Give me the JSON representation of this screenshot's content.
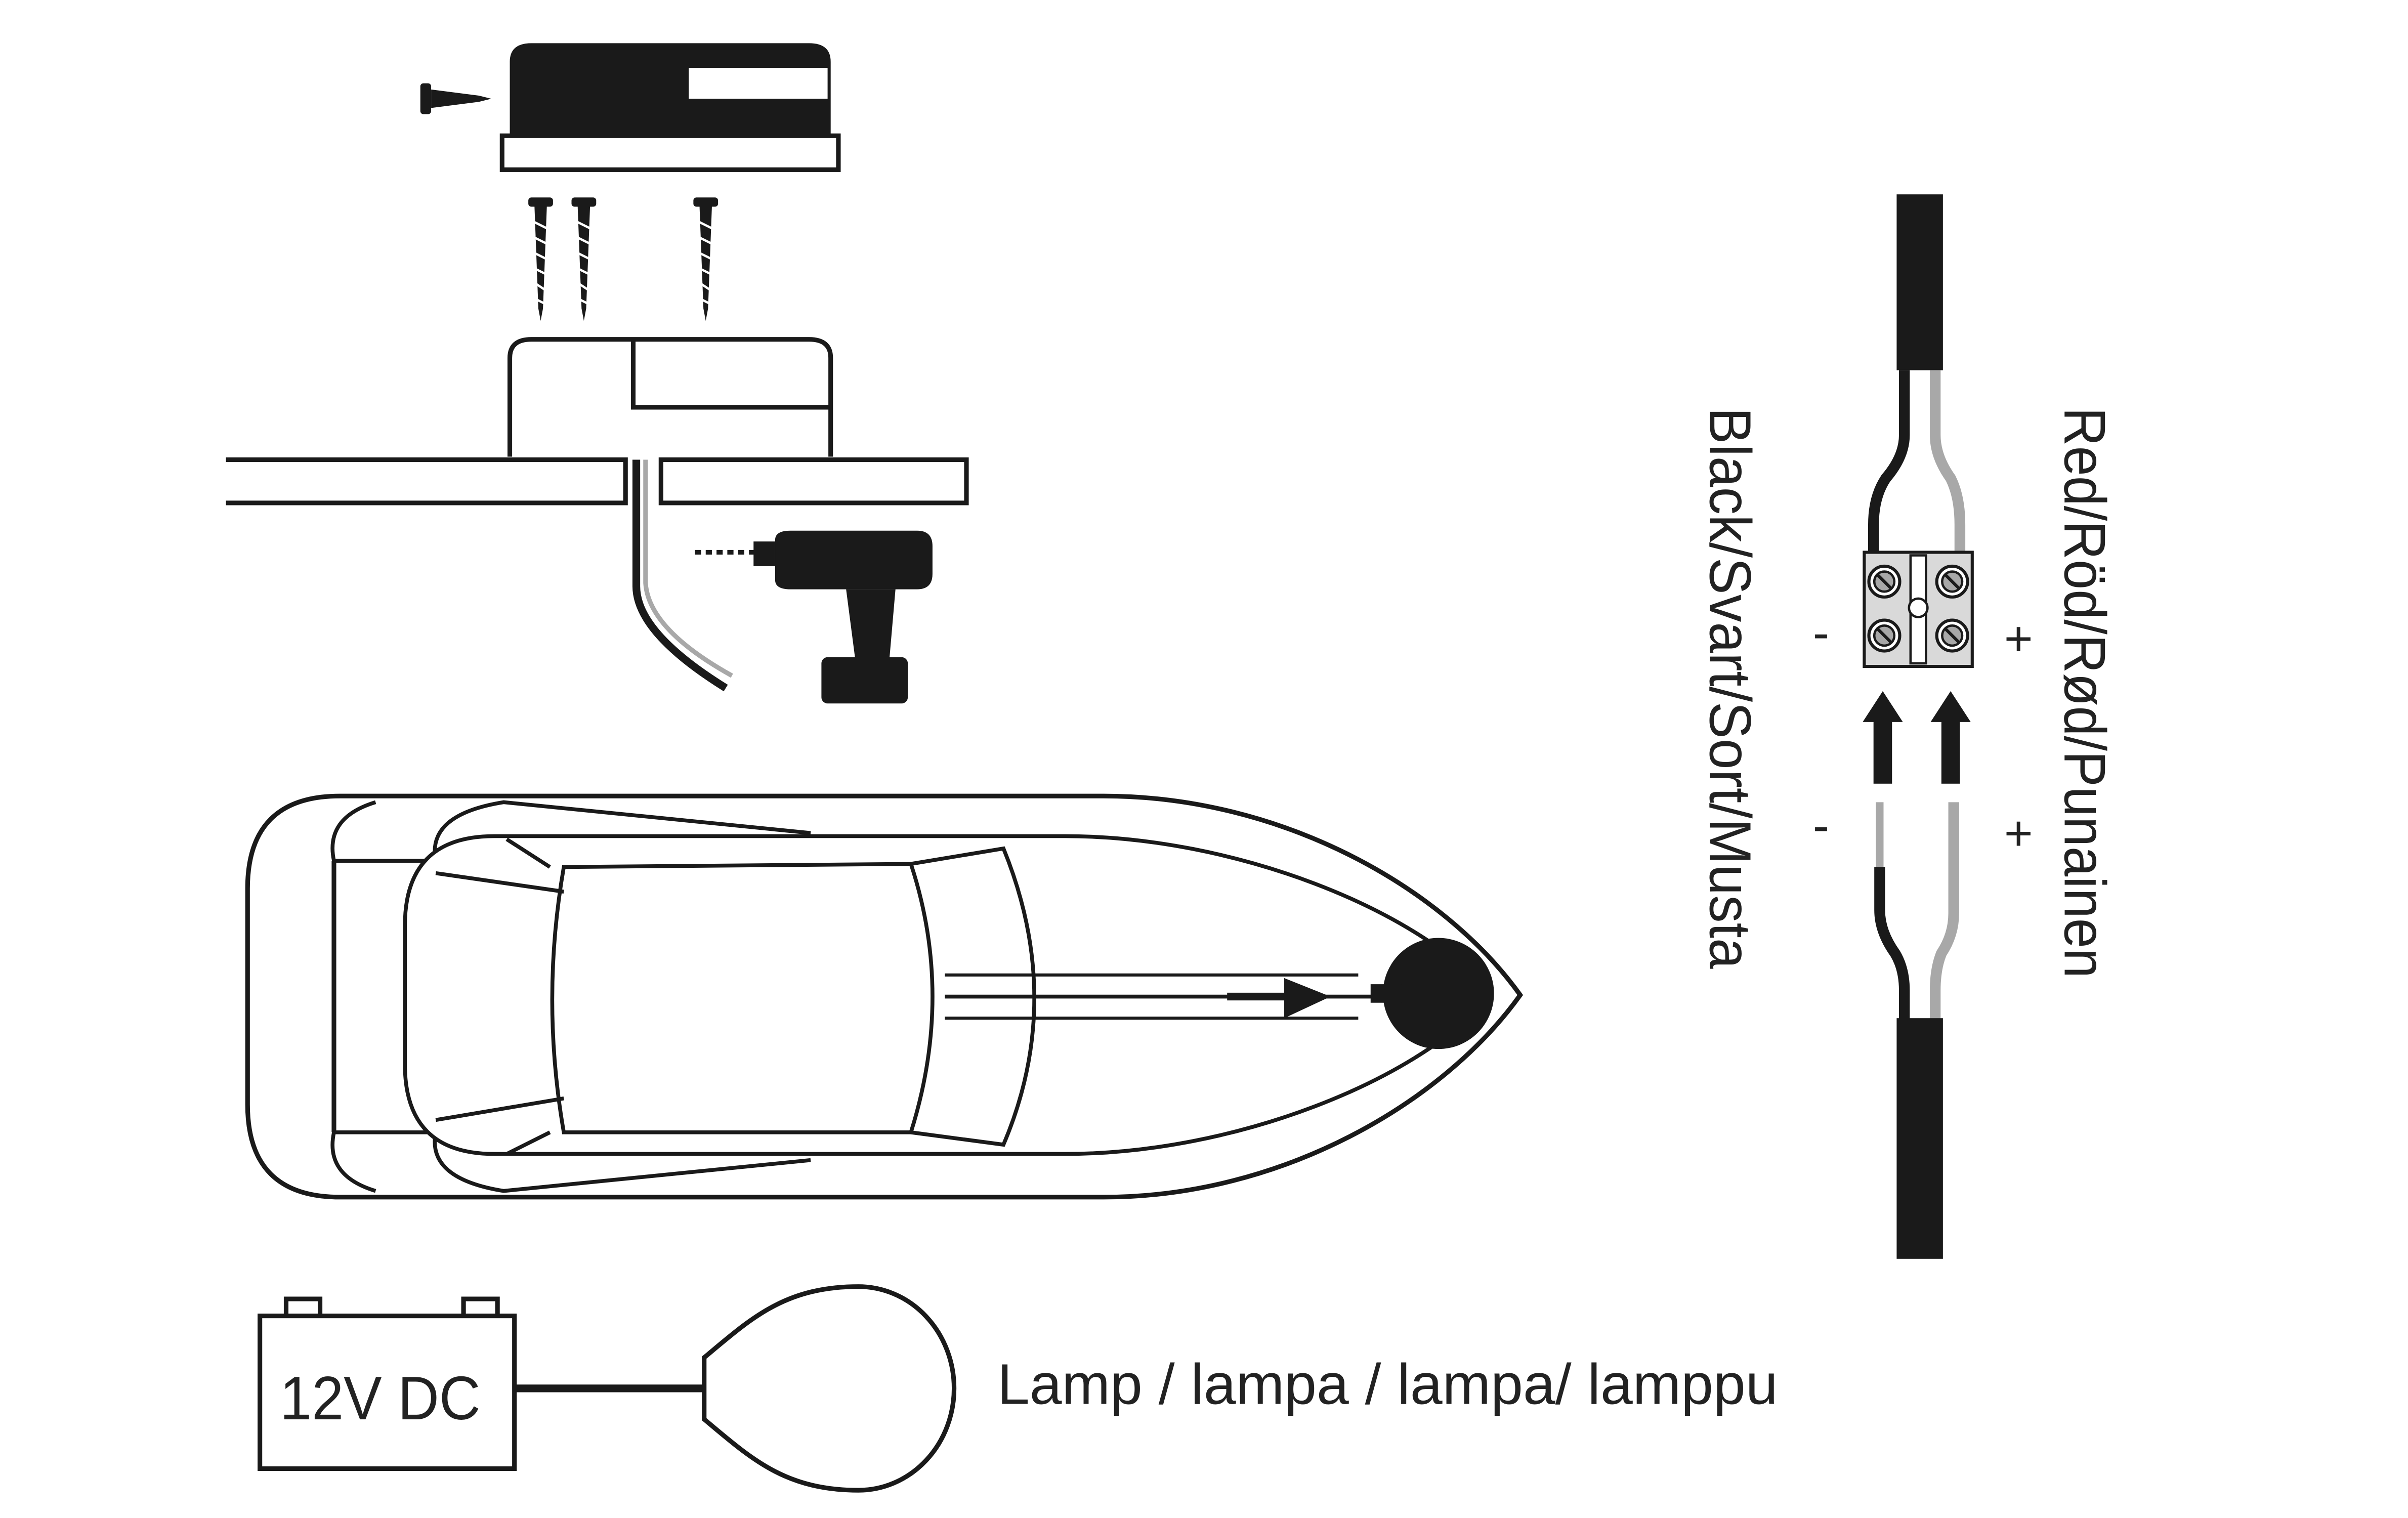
{
  "labels": {
    "battery": "12V DC",
    "lamp": "Lamp / lampa / lampa/ lamppu",
    "black_wire": "Black/Svart/Sort/Musta",
    "red_wire": "Red/Röd/Rød/Punainen",
    "minus_top": "-",
    "plus_top": "+",
    "minus_bottom": "-",
    "plus_bottom": "+"
  },
  "colors": {
    "ink": "#1a1a1a",
    "grey_wire": "#a8a8a8",
    "terminal_fill": "#d9d9d9",
    "background": "#ffffff"
  },
  "icons": {
    "screws": "screw-icon",
    "drill": "drill-icon",
    "lamp": "lamp-icon",
    "battery": "battery-icon",
    "terminal": "terminal-block-icon",
    "arrows": "arrow-up-icon"
  }
}
